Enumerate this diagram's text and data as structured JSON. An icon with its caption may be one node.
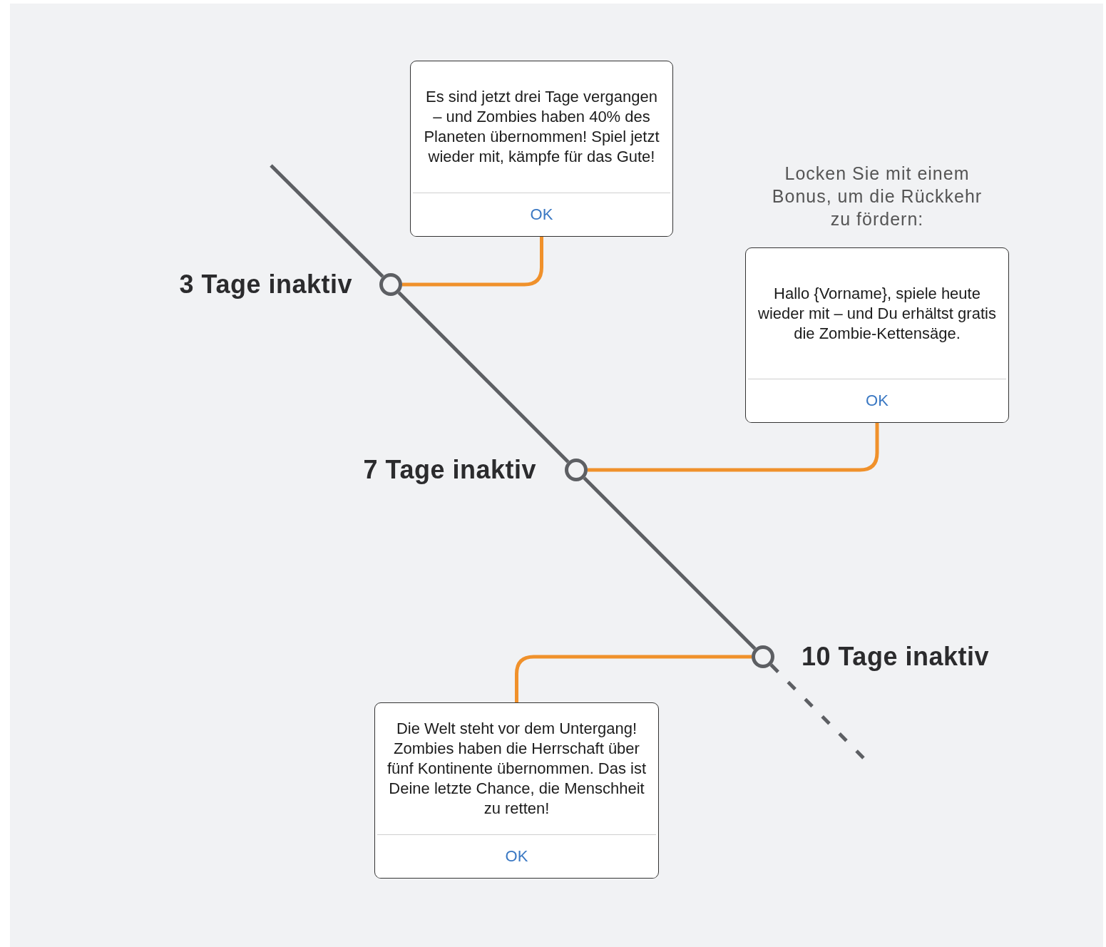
{
  "diagram": {
    "nodes": [
      {
        "text": [
          "Es sind jetzt drei Tage vergangen – und Zombies haben 40% des Planeten übernommen! Spiel jetzt wieder mit, kämpfe für das Gute!",
          "OK"
        ]
      },
      {
        "text": [],
        "shape": "circle",
        "beside": [
          "3 Tage inaktiv"
        ]
      },
      {
        "text": [
          "Locken Sie mit einem Bonus, um die Rückkehr zu fördern:",
          "Hallo {Vorname}, spiele heute wieder mit – und Du erhältst gratis die Zombie-Kettensäge.",
          "OK"
        ]
      },
      {
        "text": [],
        "shape": "circle",
        "beside": [
          "7 Tage inaktiv"
        ]
      },
      {
        "text": [],
        "shape": "circle",
        "beside": [
          "10 Tage inaktiv"
        ]
      },
      {
        "text": [
          "Die Welt steht vor dem Untergang! Zombies haben die Herrschaft über fünf Kontinente übernommen. Das ist Deine letzte Chance, die Menschheit zu retten!",
          "OK"
        ]
      }
    ],
    "edges": [
      {
        "from": null,
        "to": 1,
        "arrow": "none"
      },
      {
        "from": 1,
        "to": 3,
        "arrow": "none"
      },
      {
        "from": 3,
        "to": 4,
        "arrow": "none"
      },
      {
        "from": 4,
        "to": null,
        "arrow": "none",
        "style": "dashed"
      },
      {
        "from": 0,
        "to": 1,
        "arrow": "none",
        "color": "#f0912b"
      },
      {
        "from": 2,
        "to": 3,
        "arrow": "none",
        "color": "#f0912b"
      },
      {
        "from": 5,
        "to": 4,
        "arrow": "none",
        "color": "#f0912b"
      }
    ]
  }
}
